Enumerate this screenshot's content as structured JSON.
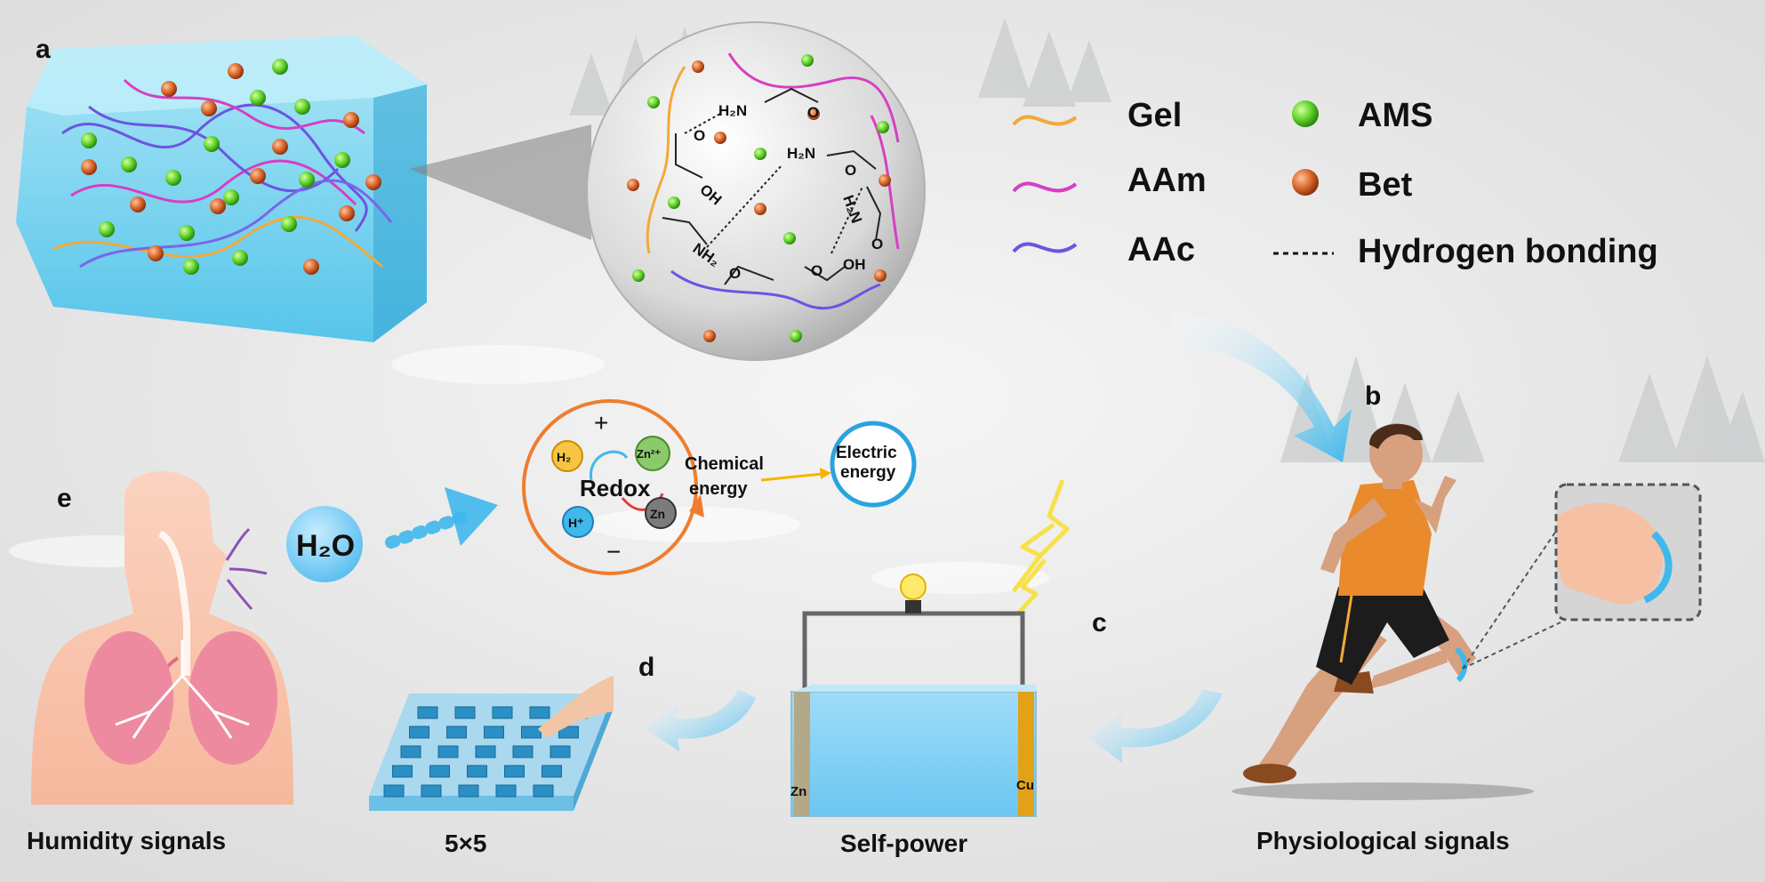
{
  "panels": {
    "a": "a",
    "b": "b",
    "c": "c",
    "d": "d",
    "e": "e"
  },
  "legend": {
    "gel": "Gel",
    "aam": "AAm",
    "aac": "AAc",
    "ams": "AMS",
    "bet": "Bet",
    "hbond": "Hydrogen bonding"
  },
  "zoom_chem": {
    "h2n_1": "H₂N",
    "o_1": "O",
    "o_2": "O",
    "oh_1": "OH",
    "h2n_2": "H₂N",
    "o_3": "O",
    "nh2_1": "NH₂",
    "h2n_3": "H₂N",
    "o_4": "O",
    "o_5": "O",
    "oh_2": "OH",
    "o_6": "O"
  },
  "redox": {
    "plus": "+",
    "minus": "−",
    "h2": "H₂",
    "zn2": "Zn²⁺",
    "redox": "Redox",
    "hplus": "H⁺",
    "zn": "Zn",
    "chem_energy_1": "Chemical",
    "chem_energy_2": "energy",
    "elec_energy_1": "Electric",
    "elec_energy_2": "energy"
  },
  "water": "H₂O",
  "battery": {
    "zn": "Zn",
    "cu": "Cu"
  },
  "captions": {
    "humidity": "Humidity signals",
    "array": "5×5",
    "selfpower": "Self-power",
    "physiological": "Physiological signals"
  },
  "colors": {
    "gel": "#f2a93b",
    "aam": "#d63fc4",
    "aac": "#6b55e0",
    "ams": "#5fd12a",
    "bet": "#d8652a",
    "accent_blue": "#3fb8ec",
    "redox_ring": "#ee7d2e"
  }
}
